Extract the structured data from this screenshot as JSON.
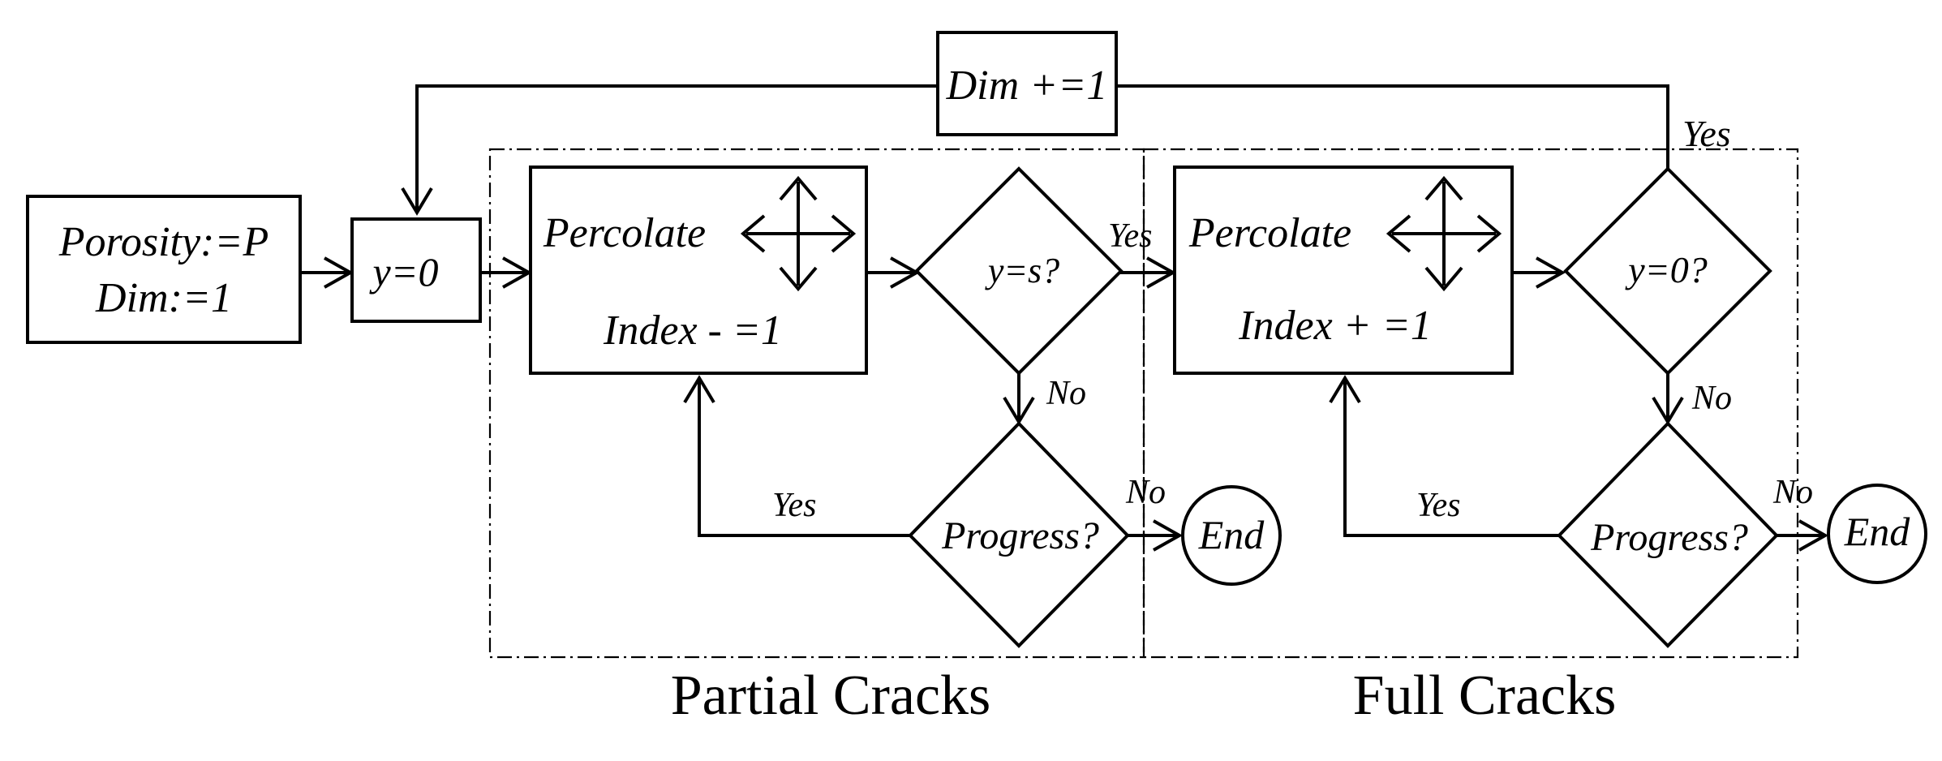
{
  "nodes": {
    "init_porosity": "Porosity:=P",
    "init_dim": "Dim:=1",
    "y_zero": "y=0",
    "dim_increment": "Dim +=1",
    "partial_percolate": "Percolate",
    "partial_index": "Index - =1",
    "partial_decision": "y=s?",
    "partial_progress": "Progress?",
    "partial_end": "End",
    "full_percolate": "Percolate",
    "full_index": "Index + =1",
    "full_decision": "y=0?",
    "full_progress": "Progress?",
    "full_end": "End"
  },
  "edge_labels": {
    "partial_yes_to_full": "Yes",
    "partial_no_down": "No",
    "partial_progress_yes": "Yes",
    "partial_progress_no": "No",
    "full_yes_up": "Yes",
    "full_no_down": "No",
    "full_progress_yes": "Yes",
    "full_progress_no": "No"
  },
  "regions": {
    "partial": "Partial Cracks",
    "full": "Full Cracks"
  }
}
